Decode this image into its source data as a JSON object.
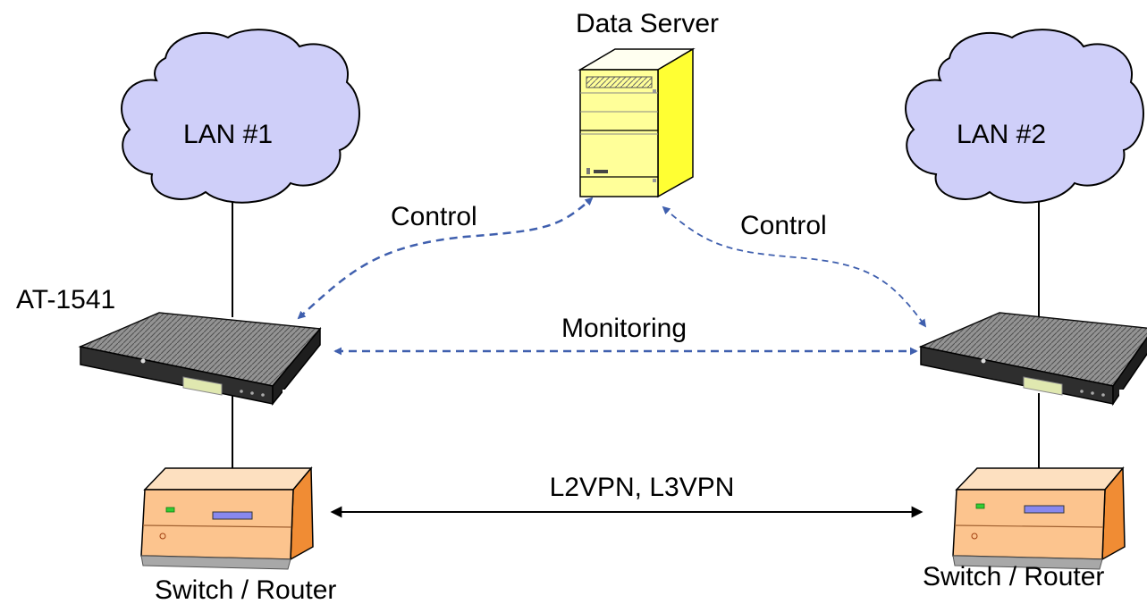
{
  "diagram": {
    "server_label": "Data Server",
    "lan1_label": "LAN #1",
    "lan2_label": "LAN #2",
    "device_label": "AT-1541",
    "control_left_label": "Control",
    "control_right_label": "Control",
    "monitoring_label": "Monitoring",
    "vpn_label": "L2VPN, L3VPN",
    "switch_left_label": "Switch / Router",
    "switch_right_label": "Switch / Router"
  },
  "colors": {
    "cloud_fill": "#cfcff9",
    "dashed_arrow": "#3f5fae",
    "server_front": "#ffff99",
    "server_side": "#ffff33",
    "router_front": "#fcc48e",
    "router_side": "#f08c34",
    "device_body": "#2e2e2e"
  }
}
